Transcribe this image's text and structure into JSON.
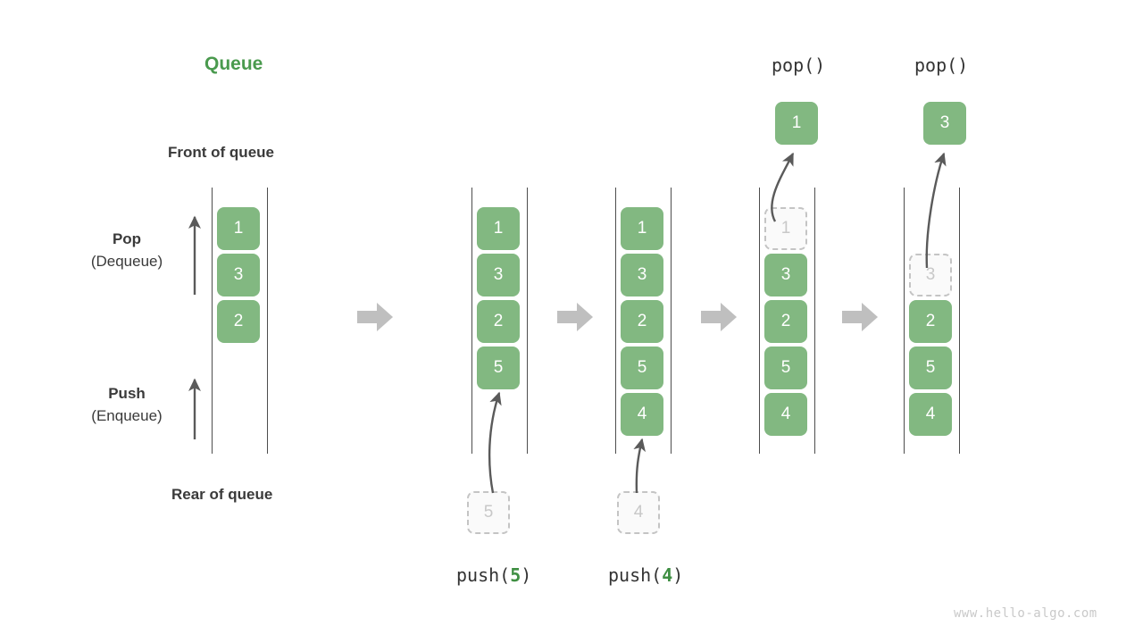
{
  "title": "Queue",
  "accent_color": "#4a9a4e",
  "box_color": "#82b881",
  "ghost_color": "#c8c8c8",
  "arrow_color": "#bfbfbf",
  "labels": {
    "front_of_queue": "Front of queue",
    "rear_of_queue": "Rear of queue",
    "pop_line1": "Pop",
    "pop_line2": "(Dequeue)",
    "push_line1": "Push",
    "push_line2": "(Enqueue)"
  },
  "watermark": "www.hello-algo.com",
  "ops": {
    "push5_prefix": "push(",
    "push5_num": "5",
    "push5_suffix": ")",
    "push4_prefix": "push(",
    "push4_num": "4",
    "push4_suffix": ")",
    "pop1_label": "pop()",
    "pop2_label": "pop()"
  },
  "chart_data": {
    "type": "diagram",
    "title": "Queue",
    "states": [
      {
        "name": "initial",
        "items": [
          "1",
          "3",
          "2"
        ],
        "ghosts": [],
        "operation": ""
      },
      {
        "name": "after-push-5",
        "items": [
          "1",
          "3",
          "2",
          "5"
        ],
        "ghosts": [],
        "operation": "push(5)"
      },
      {
        "name": "after-push-4",
        "items": [
          "1",
          "3",
          "2",
          "5",
          "4"
        ],
        "ghosts": [],
        "operation": "push(4)"
      },
      {
        "name": "pop-1",
        "items": [
          "1",
          "3",
          "2",
          "5",
          "4"
        ],
        "ghosts": [
          "1"
        ],
        "operation": "pop()",
        "popped": "1"
      },
      {
        "name": "pop-3",
        "items": [
          "3",
          "2",
          "5",
          "4"
        ],
        "ghosts": [
          "3"
        ],
        "operation": "pop()",
        "popped": "3"
      }
    ]
  },
  "columns": [
    {
      "id": "col1",
      "boxes": [
        {
          "value": "1",
          "ghost": false
        },
        {
          "value": "3",
          "ghost": false
        },
        {
          "value": "2",
          "ghost": false
        }
      ]
    },
    {
      "id": "col2",
      "boxes": [
        {
          "value": "1",
          "ghost": false
        },
        {
          "value": "3",
          "ghost": false
        },
        {
          "value": "2",
          "ghost": false
        },
        {
          "value": "5",
          "ghost": false
        }
      ],
      "incoming": {
        "value": "5"
      }
    },
    {
      "id": "col3",
      "boxes": [
        {
          "value": "1",
          "ghost": false
        },
        {
          "value": "3",
          "ghost": false
        },
        {
          "value": "2",
          "ghost": false
        },
        {
          "value": "5",
          "ghost": false
        },
        {
          "value": "4",
          "ghost": false
        }
      ],
      "incoming": {
        "value": "4"
      }
    },
    {
      "id": "col4",
      "boxes": [
        {
          "value": "1",
          "ghost": true
        },
        {
          "value": "3",
          "ghost": false
        },
        {
          "value": "2",
          "ghost": false
        },
        {
          "value": "5",
          "ghost": false
        },
        {
          "value": "4",
          "ghost": false
        }
      ],
      "outgoing": {
        "value": "1"
      }
    },
    {
      "id": "col5",
      "boxes": [
        {
          "value": "3",
          "ghost": true
        },
        {
          "value": "2",
          "ghost": false
        },
        {
          "value": "5",
          "ghost": false
        },
        {
          "value": "4",
          "ghost": false
        }
      ],
      "outgoing": {
        "value": "3"
      }
    }
  ]
}
